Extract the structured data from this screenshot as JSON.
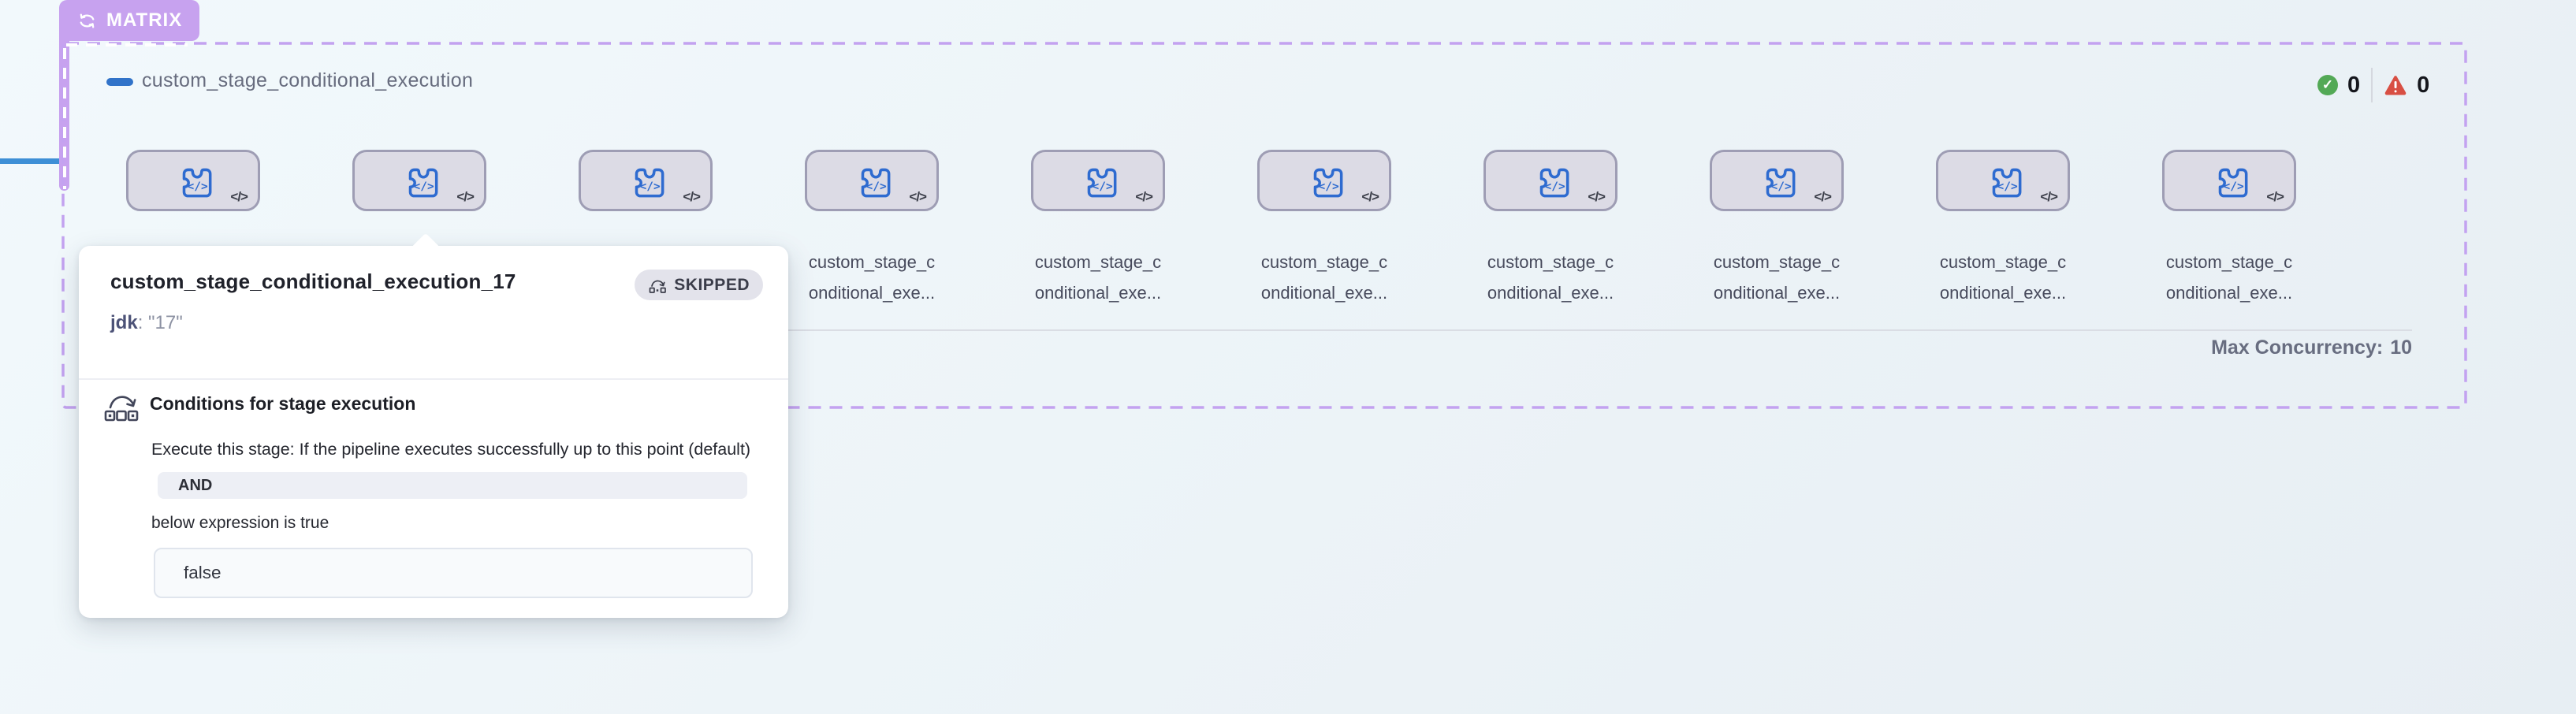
{
  "colors": {
    "accent_purple": "#c7a2ef",
    "dash_purple": "#c3a2f0",
    "connector_blue": "#3e8fd6",
    "success_green": "#53a956",
    "failure_red": "#d84f43",
    "card_bg": "#dcdbe5",
    "card_border": "#9e9db4",
    "card_icon_blue": "#2e6bd0"
  },
  "matrix": {
    "badge_label": "MATRIX",
    "badge_icon": "loop-icon",
    "collapse_icon": "minus-icon",
    "title": "custom_stage_conditional_execution",
    "success_icon": "check-circle-icon",
    "success_count": "0",
    "failure_icon": "warning-triangle-icon",
    "failure_count": "0",
    "max_concurrency_label": "Max Concurrency:",
    "max_concurrency_value": "10",
    "stage_icon": "custom-stage-code-icon",
    "stage_corner_icon": "code-icon",
    "stages": [
      {
        "label_visible": false,
        "hovered": false
      },
      {
        "label_visible": false,
        "hovered": true
      },
      {
        "label_visible": false,
        "hovered": false
      },
      {
        "label_visible": true,
        "hovered": false,
        "label_line1": "custom_stage_c",
        "label_line2": "onditional_exe..."
      },
      {
        "label_visible": true,
        "hovered": false,
        "label_line1": "custom_stage_c",
        "label_line2": "onditional_exe..."
      },
      {
        "label_visible": true,
        "hovered": false,
        "label_line1": "custom_stage_c",
        "label_line2": "onditional_exe..."
      },
      {
        "label_visible": true,
        "hovered": false,
        "label_line1": "custom_stage_c",
        "label_line2": "onditional_exe..."
      },
      {
        "label_visible": true,
        "hovered": false,
        "label_line1": "custom_stage_c",
        "label_line2": "onditional_exe..."
      },
      {
        "label_visible": true,
        "hovered": false,
        "label_line1": "custom_stage_c",
        "label_line2": "onditional_exe..."
      },
      {
        "label_visible": true,
        "hovered": false,
        "label_line1": "custom_stage_c",
        "label_line2": "onditional_exe..."
      }
    ]
  },
  "tooltip": {
    "title": "custom_stage_conditional_execution_17",
    "badge": {
      "label": "SKIPPED",
      "icon": "skip-arc-icon"
    },
    "param_key": "jdk",
    "param_rest": ": \"17\"",
    "conditions": {
      "icon": "conditional-execution-icon",
      "heading": "Conditions for stage execution",
      "description": "Execute this stage: If the pipeline executes successfully up to this point (default)",
      "operator": "AND",
      "note": "below expression is true",
      "expression": "false"
    }
  }
}
